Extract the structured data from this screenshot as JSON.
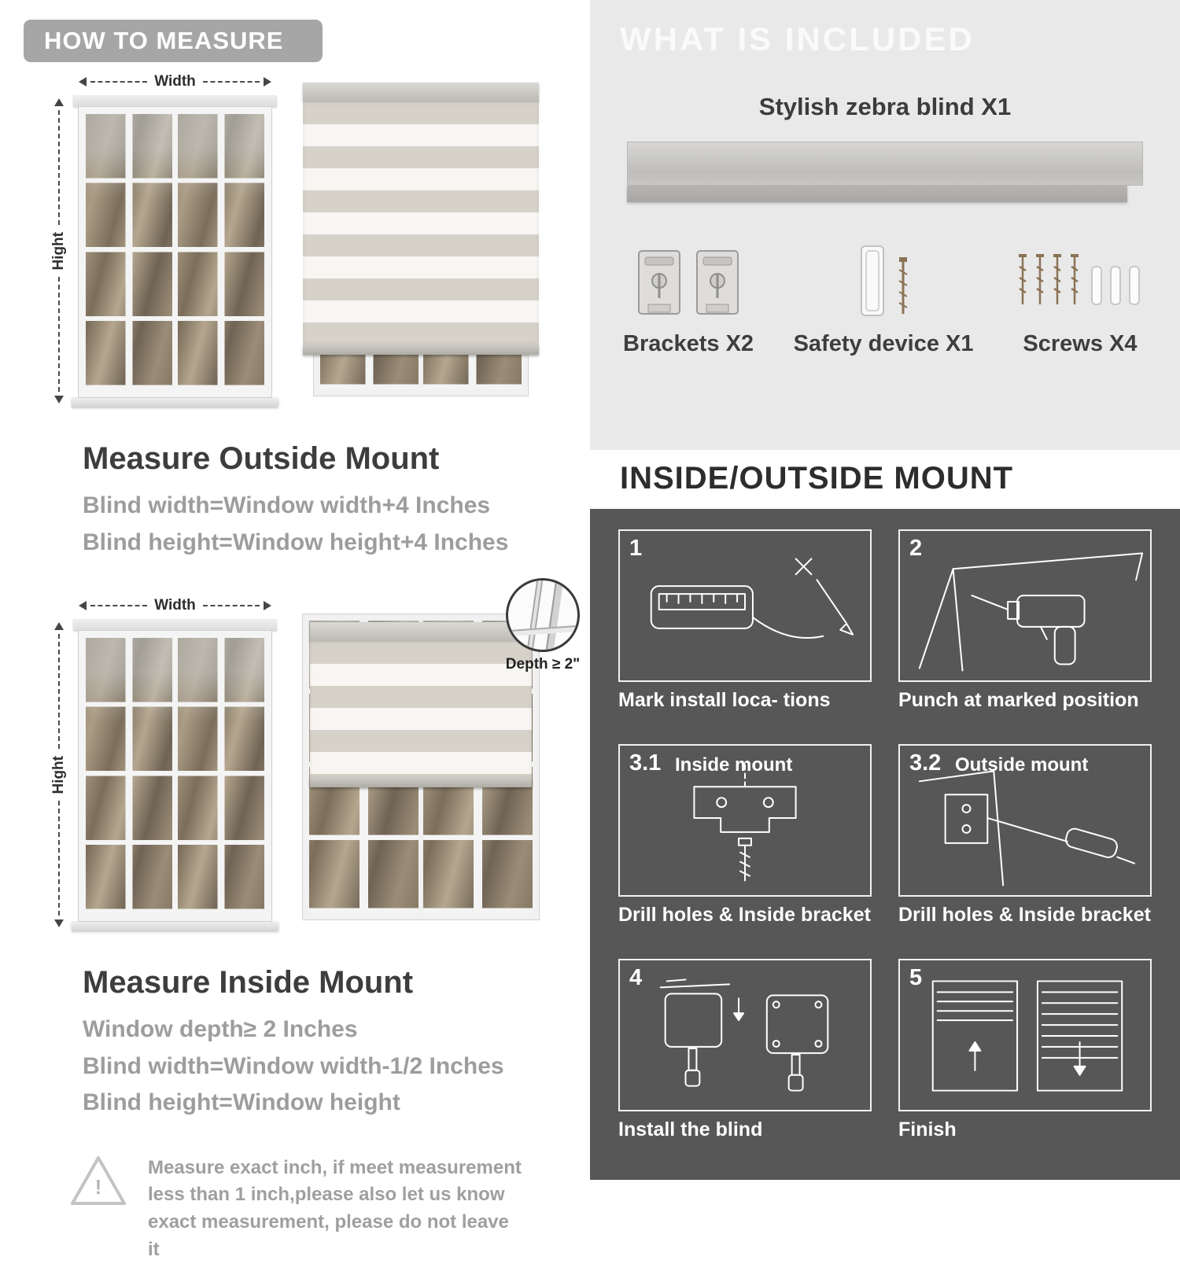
{
  "left": {
    "header": "HOW TO MEASURE",
    "width_label": "Width",
    "height_label": "Hight",
    "outside_title": "Measure Outside Mount",
    "outside_line1": "Blind width=Window width+4 Inches",
    "outside_line2": "Blind height=Window height+4 Inches",
    "inside_title": "Measure Inside Mount",
    "depth_label": "Depth ≥ 2\"",
    "inside_line1": "Window depth≥ 2 Inches",
    "inside_line2": "Blind width=Window width-1/2 Inches",
    "inside_line3": "Blind height=Window height",
    "warning_mark": "!",
    "note": "Measure exact inch, if meet measurement less than 1 inch,please also let us know exact measurement, please do not leave it"
  },
  "right": {
    "included_header": "WHAT IS INCLUDED",
    "blind_label": "Stylish zebra blind X1",
    "items": [
      {
        "label": "Brackets X2"
      },
      {
        "label": "Safety device X1"
      },
      {
        "label": "Screws X4"
      }
    ],
    "mount_header": "INSIDE/OUTSIDE MOUNT",
    "steps": [
      {
        "num": "1",
        "caption": "Mark install loca- tions"
      },
      {
        "num": "2",
        "caption": "Punch at  marked position"
      },
      {
        "num": "3.1",
        "label": "Inside mount",
        "caption": "Drill holes &  Inside bracket"
      },
      {
        "num": "3.2",
        "label": "Outside mount",
        "caption": "Drill holes &  Inside bracket"
      },
      {
        "num": "4",
        "caption": "Install the blind"
      },
      {
        "num": "5",
        "caption": "Finish"
      }
    ]
  }
}
